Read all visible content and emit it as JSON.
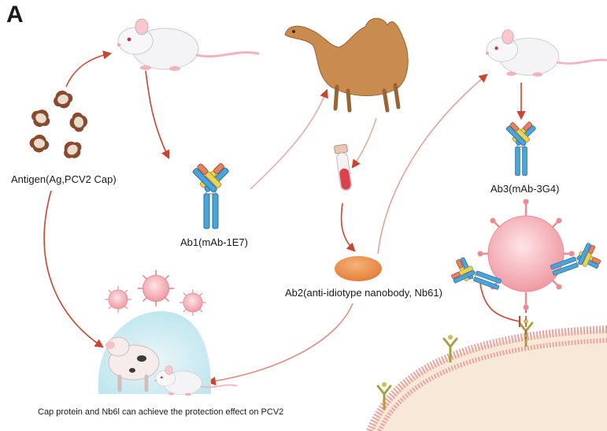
{
  "figure": {
    "panel_letter": "A",
    "labels": {
      "antigen": "Antigen(Ag,PCV2 Cap)",
      "ab1": "Ab1(mAb-1E7)",
      "ab2": "Ab2(anti-idiotype nanobody, Nb61)",
      "ab3": "Ab3(mAb-3G4)",
      "caption": "Cap protein and Nb6l can achieve the protection effect on PCV2"
    },
    "icons": [
      "mouse-icon",
      "camel-icon",
      "antigen-particles-icon",
      "antibody-icon",
      "blood-tube-icon",
      "nanobody-icon",
      "virus-icon",
      "pig-icon",
      "cell-membrane-icon",
      "receptor-icon"
    ],
    "colors": {
      "arrow": "#c8452f",
      "membrane": "#e6a6a2",
      "cell": "#f8e8d8",
      "virus": "#f2a0a8",
      "nanobody": "#e8823e",
      "antibody_heavy": "#4aa6d8",
      "antibody_light_a": "#e9d35a",
      "antibody_light_b": "#e58263",
      "antigen": "#8a4a2e"
    }
  }
}
